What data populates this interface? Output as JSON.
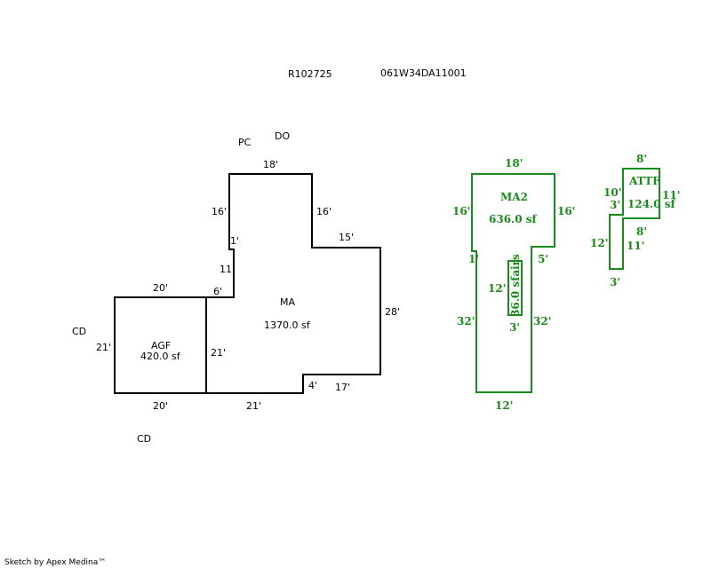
{
  "header": {
    "parcel_id": "R102725",
    "map_number": "061W34DA11001"
  },
  "site_labels": {
    "pc": "PC",
    "do": "DO",
    "cd_left": "CD",
    "cd_bottom": "CD"
  },
  "colors": {
    "main_outline": "#000000",
    "upper_outline": "#1a8a1a"
  },
  "main_floor": {
    "ma": {
      "name": "MA",
      "area": "1370.0 sf",
      "dims": {
        "top": "18'",
        "left_upper": "16'",
        "right_upper": "16'",
        "jog_a": "1'",
        "left_mid": "11",
        "jog_b": "6'",
        "step_top": "15'",
        "right": "28'",
        "bottom_right": "17'",
        "notch": "4'",
        "bottom": "21'",
        "shared_wall": "21'"
      }
    },
    "agf": {
      "name": "AGF",
      "area": "420.0 sf",
      "dims": {
        "top": "20'",
        "left": "21'",
        "bottom": "20'"
      }
    }
  },
  "upper_floor": {
    "ma2": {
      "name": "MA2",
      "area": "636.0 sf",
      "dims": {
        "top": "18'",
        "left_upper": "16'",
        "right_upper": "16'",
        "jog_left": "1'",
        "jog_right": "5'",
        "left_lower": "32'",
        "right_lower": "32'",
        "bottom": "12'"
      }
    },
    "stairs": {
      "name": "36.0 sfairs",
      "dims": {
        "side": "12'",
        "bottom": "3'"
      }
    },
    "attf": {
      "name": "ATTF",
      "area": "124.0 sf",
      "dims": {
        "top": "8'",
        "left_upper": "10'",
        "jog_upper": "3'",
        "right": "11'",
        "jog_lower": "8'",
        "inner": "11'",
        "left_lower": "12'",
        "bottom": "3'"
      }
    }
  },
  "footer": {
    "credit": "Sketch by Apex Medina™"
  }
}
